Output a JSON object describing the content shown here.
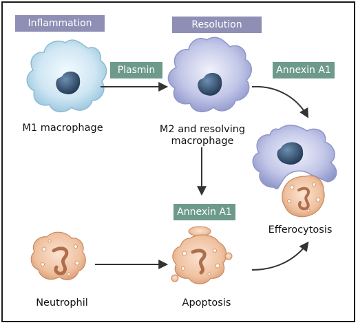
{
  "tags": {
    "inflammation": "Inflammation",
    "resolution": "Resolution",
    "plasmin": "Plasmin",
    "annexin_top": "Annexin A1",
    "annexin_mid": "Annexin A1"
  },
  "labels": {
    "m1": "M1 macrophage",
    "m2_line1": "M2 and resolving",
    "m2_line2": "macrophage",
    "efferocytosis": "Efferocytosis",
    "neutrophil": "Neutrophil",
    "apoptosis": "Apoptosis"
  },
  "colors": {
    "tag_purple": "#8f8fb6",
    "tag_green": "#6d9a8b",
    "m1_cell": "#b9d8ea",
    "m2_cell": "#aab1dc",
    "nucleus": "#2f4a66",
    "neutrophil": "#eab48f",
    "arrow": "#333333"
  }
}
